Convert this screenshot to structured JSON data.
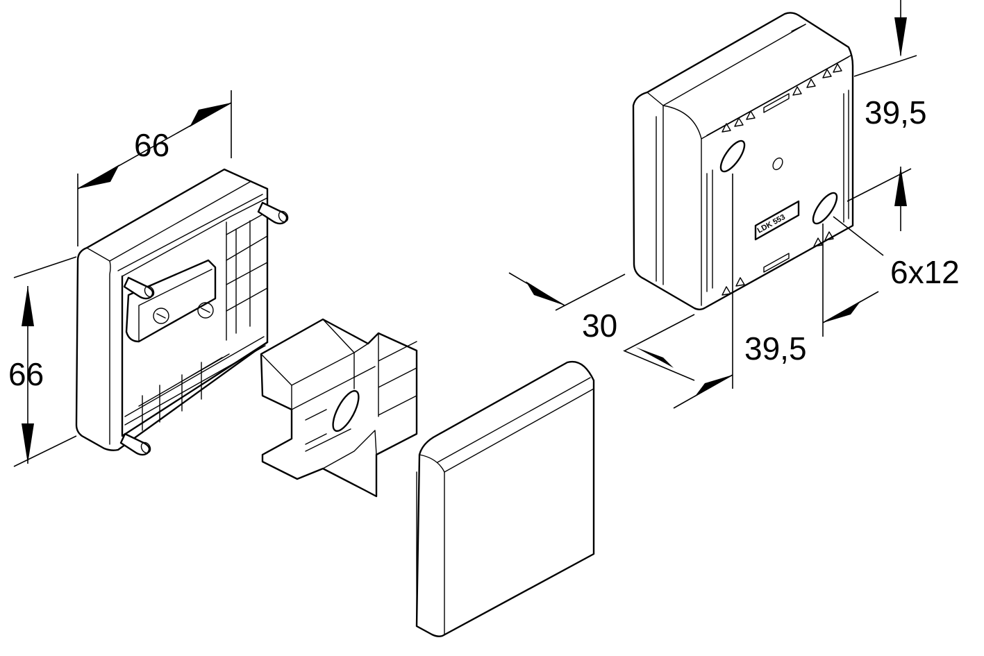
{
  "dimensions": {
    "width_left": "66",
    "height_left": "66",
    "depth": "30",
    "hole_spacing_vertical": "39,5",
    "hole_spacing_horizontal": "39,5",
    "slot_size": "6x12"
  },
  "part_marking": "LDK 553"
}
